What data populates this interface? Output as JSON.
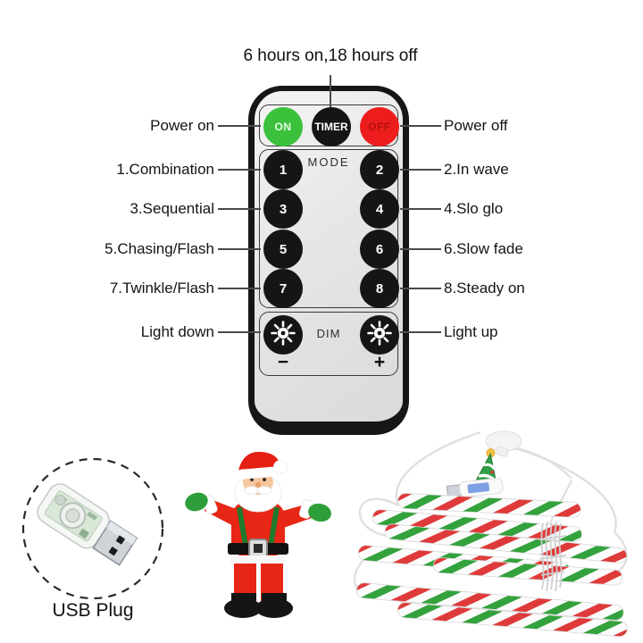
{
  "header": {
    "timer_note": "6 hours on,18 hours off"
  },
  "remote": {
    "power": {
      "on": "ON",
      "timer": "TIMER",
      "off": "OFF"
    },
    "mode": {
      "label": "MODE",
      "buttons": [
        "1",
        "2",
        "3",
        "4",
        "5",
        "6",
        "7",
        "8"
      ]
    },
    "dim": {
      "label": "DIM",
      "minus": "−",
      "plus": "+"
    }
  },
  "labels": {
    "left": [
      "Power on",
      "1.Combination",
      "3.Sequential",
      "5.Chasing/Flash",
      "7.Twinkle/Flash",
      "Light down"
    ],
    "right": [
      "Power off",
      "2.In wave",
      "4.Slo glo",
      "6.Slow fade",
      "8.Steady on",
      "Light up"
    ]
  },
  "usb_inset": {
    "caption": "USB Plug"
  },
  "icons": {
    "brightness_down": "sun-icon",
    "brightness_up": "sun-icon",
    "timer_leader": "pointer-line"
  },
  "colors": {
    "power_on_green": "#3cc13c",
    "power_off_red": "#ee1d1d",
    "button_black": "#151515",
    "remote_body_gray": "#e6e6e6",
    "candy_red": "#df3a3a",
    "candy_green": "#33a23c",
    "santa_red": "#e82615",
    "mitten_green": "#2e9e3a"
  }
}
